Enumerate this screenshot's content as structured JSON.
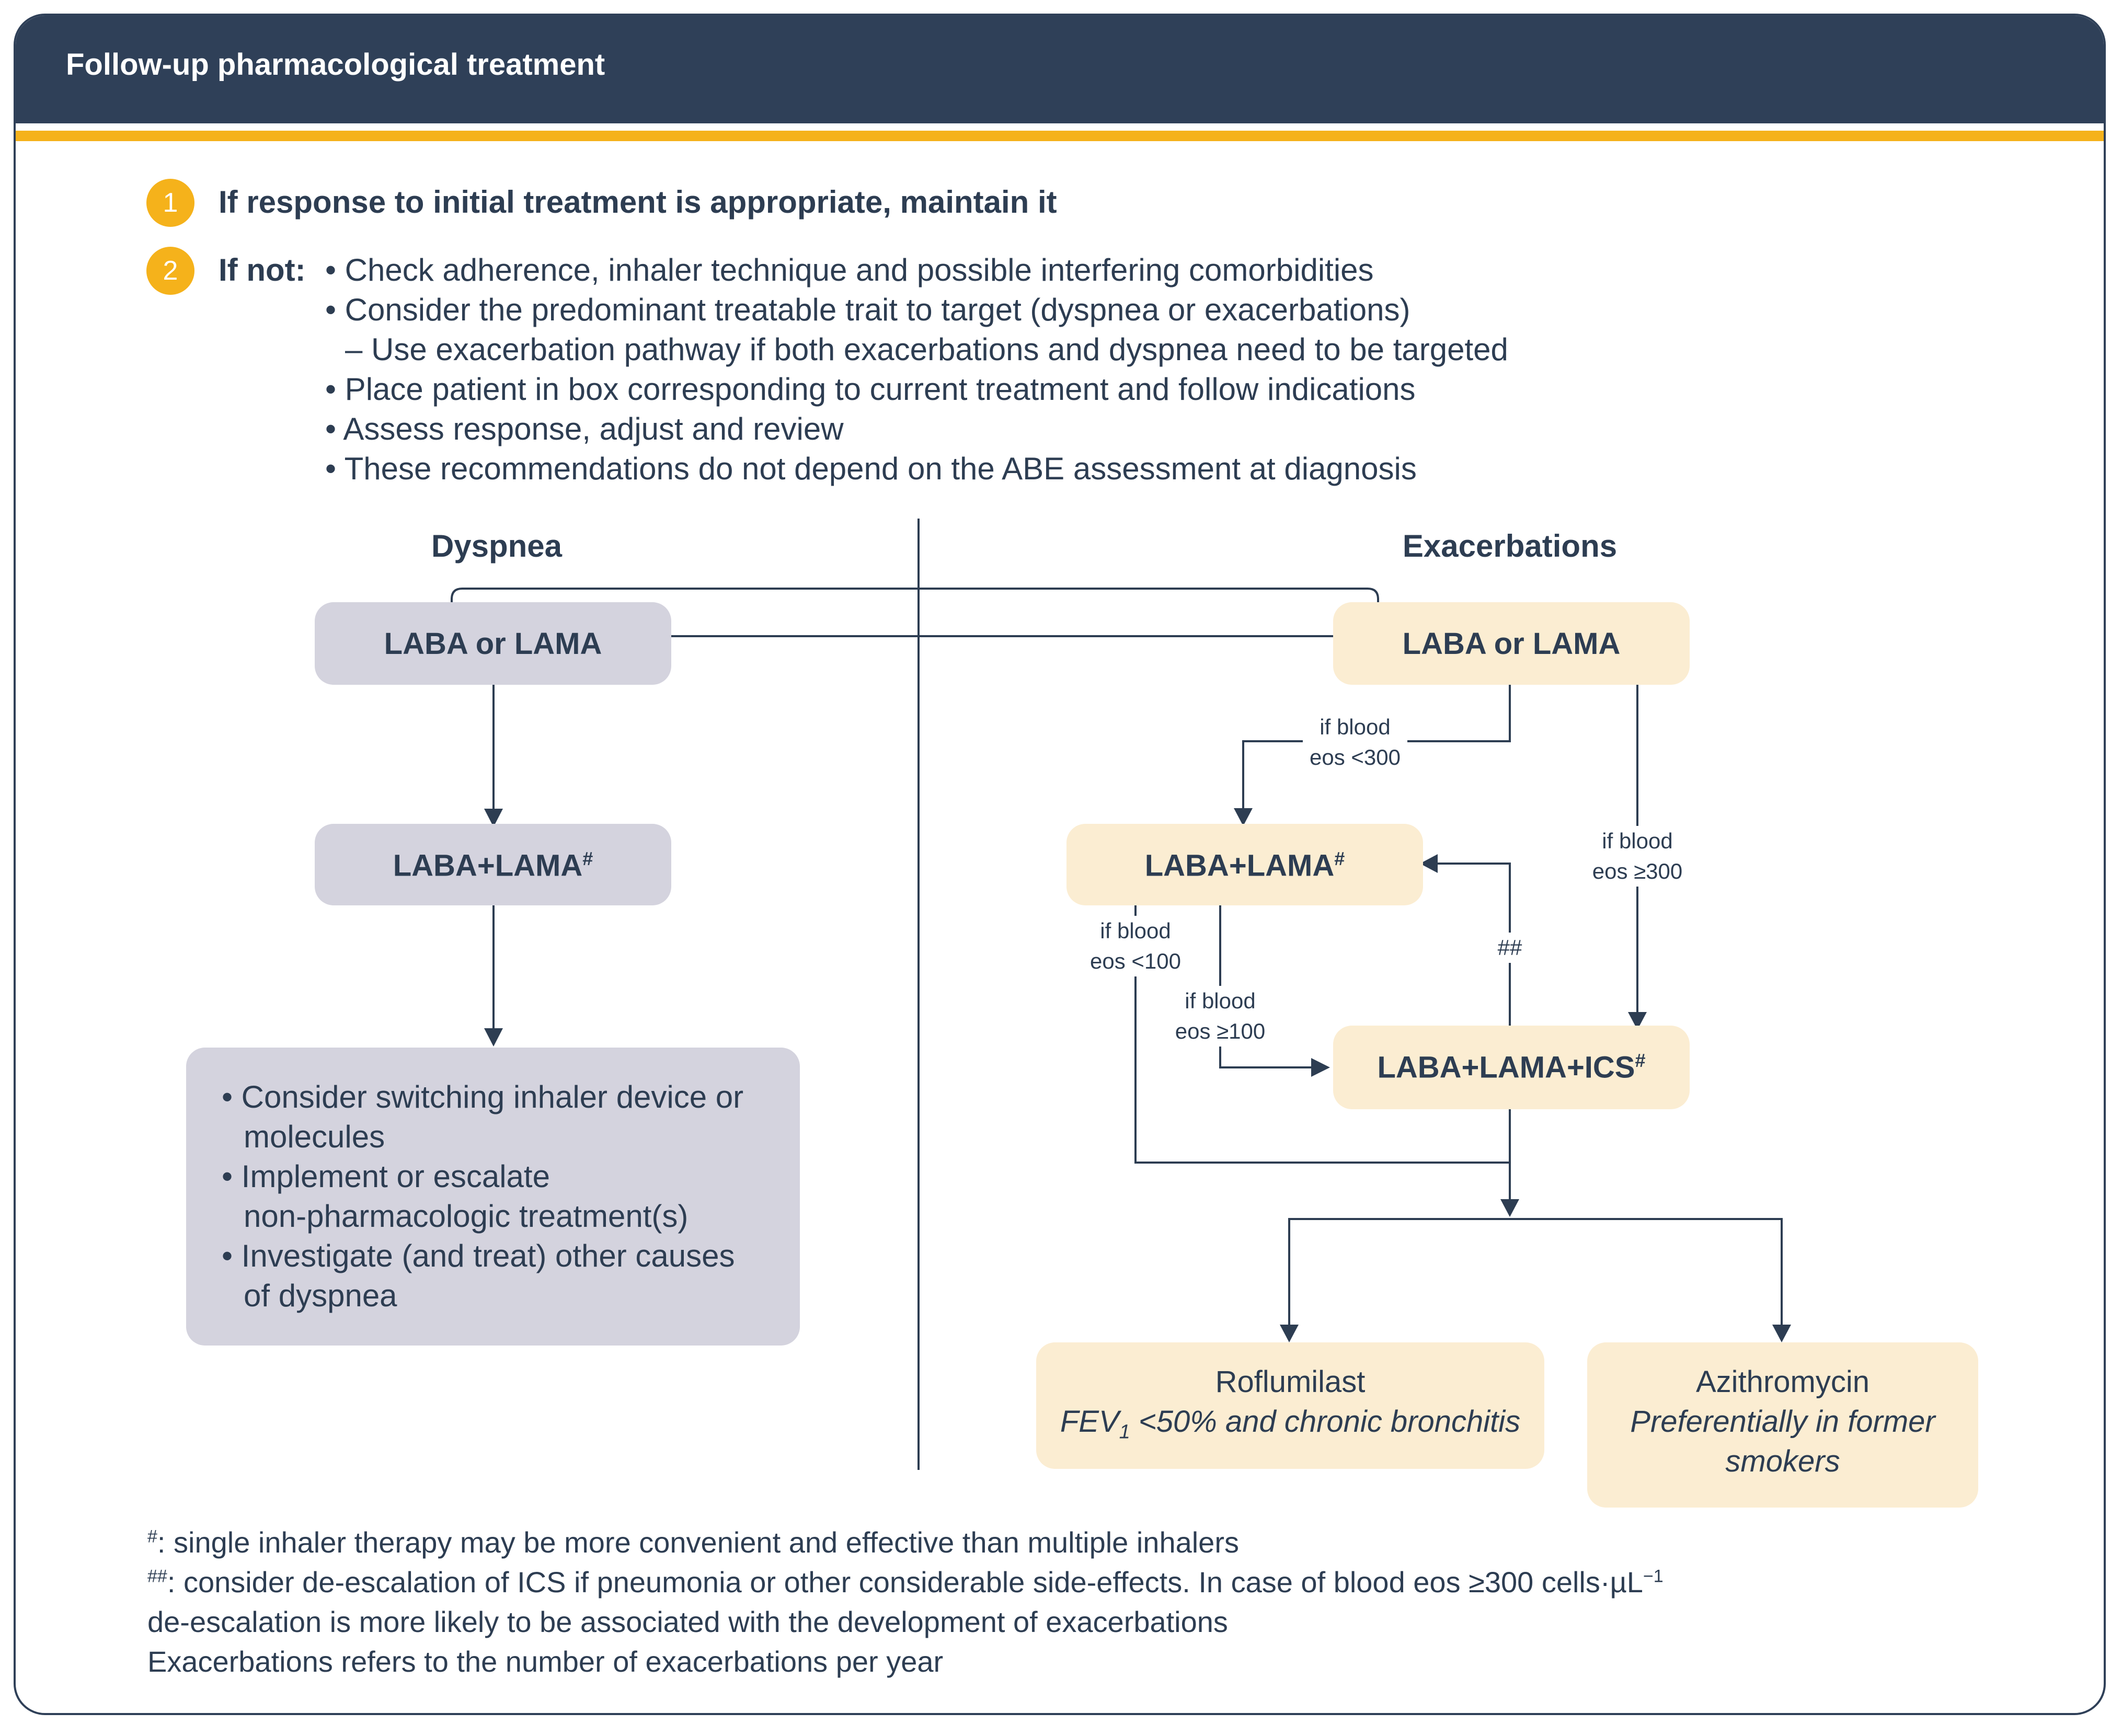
{
  "header": {
    "title": "Follow-up pharmacological treatment"
  },
  "steps": [
    {
      "number": "1",
      "text": "If response to initial treatment is appropriate, maintain it"
    },
    {
      "number": "2",
      "label": "If not:"
    }
  ],
  "if_not_bullets": [
    "• Check adherence, inhaler technique and possible interfering comorbidities",
    "• Consider the predominant treatable trait to target (dyspnea or exacerbations)",
    "– Use exacerbation pathway if both exacerbations and dyspnea need to be targeted",
    "• Place patient in box corresponding to current treatment and follow indications",
    "• Assess response, adjust and review",
    "• These recommendations do not depend on the ABE assessment at diagnosis"
  ],
  "columns": {
    "dyspnea": "Dyspnea",
    "exacerbations": "Exacerbations"
  },
  "dyspnea": {
    "box1": "LABA or LAMA",
    "box2": "LABA+LAMA",
    "box2_sup": "#",
    "box3_bullets": [
      "• Consider switching inhaler device or",
      "molecules",
      "• Implement or escalate",
      "non-pharmacologic treatment(s)",
      "• Investigate (and treat) other causes",
      "of dyspnea"
    ]
  },
  "exacerbations": {
    "box1": "LABA or LAMA",
    "box2": "LABA+LAMA",
    "box2_sup": "#",
    "box3": "LABA+LAMA+ICS",
    "box3_sup": "#",
    "roflumilast": {
      "title": "Roflumilast",
      "note_pre": "FEV",
      "note_sub": "1",
      "note_post": " <50% and chronic bronchitis"
    },
    "azithromycin": {
      "title": "Azithromycin",
      "note_line1": "Preferentially in former",
      "note_line2": "smokers"
    },
    "conditions": {
      "eos_lt_300": [
        "if blood",
        "eos <300"
      ],
      "eos_ge_300": [
        "if blood",
        "eos ≥300"
      ],
      "eos_lt_100": [
        "if blood",
        "eos <100"
      ],
      "eos_ge_100": [
        "if blood",
        "eos ≥100"
      ],
      "double_hash": "##"
    }
  },
  "footnotes": {
    "hash_mark": "#",
    "hash_text": ": single inhaler therapy may be more convenient and effective than multiple inhalers",
    "double_hash_mark": "##",
    "double_hash_text": ": consider de-escalation of ICS if pneumonia or other considerable side-effects. In case of blood eos ≥300 cells·µL",
    "double_hash_sup": "−1",
    "line3": "de-escalation is more likely to be associated with the development of exacerbations",
    "line4": "Exacerbations refers to the number of exacerbations per year"
  },
  "colors": {
    "navy": "#2f4058",
    "accent": "#f5b21b",
    "gray_box": "#d4d3de",
    "cream_box": "#fbedd2"
  }
}
